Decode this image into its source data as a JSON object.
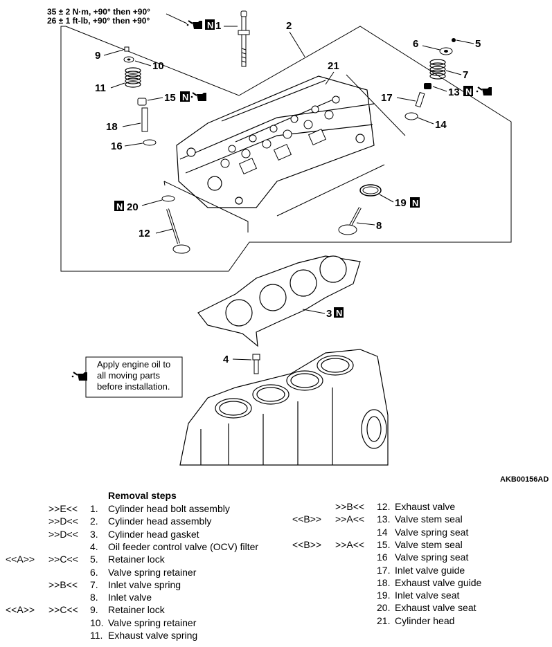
{
  "torque_spec": {
    "line1": "35 ± 2 N·m, +90° then +90°",
    "line2": "26 ± 1 ft-lb, +90° then +90°"
  },
  "callouts": {
    "c1": "1",
    "c2": "2",
    "c3": "3",
    "c4": "4",
    "c5": "5",
    "c6": "6",
    "c7": "7",
    "c8": "8",
    "c9": "9",
    "c10": "10",
    "c11": "11",
    "c12": "12",
    "c13": "13",
    "c14": "14",
    "c15": "15",
    "c16": "16",
    "c17": "17",
    "c18": "18",
    "c19": "19",
    "c20": "20",
    "c21": "21"
  },
  "new_part_mark": "N",
  "oil_note": {
    "line1": "Apply engine oil to",
    "line2": "all moving parts",
    "line3": "before installation."
  },
  "figure_code": "AKB00156AD",
  "removal": {
    "title": "Removal steps",
    "left": [
      {
        "op1": "",
        "op2": ">>E<<",
        "num": "1.",
        "name": "Cylinder head bolt assembly"
      },
      {
        "op1": "",
        "op2": ">>D<<",
        "num": "2.",
        "name": "Cylinder head assembly"
      },
      {
        "op1": "",
        "op2": ">>D<<",
        "num": "3.",
        "name": "Cylinder head gasket"
      },
      {
        "op1": "",
        "op2": "",
        "num": "4.",
        "name": "Oil feeder control valve (OCV) filter"
      },
      {
        "op1": "<<A>>",
        "op2": ">>C<<",
        "num": "5.",
        "name": "Retainer lock"
      },
      {
        "op1": "",
        "op2": "",
        "num": "6.",
        "name": "Valve spring retainer"
      },
      {
        "op1": "",
        "op2": ">>B<<",
        "num": "7.",
        "name": "Inlet valve spring"
      },
      {
        "op1": "",
        "op2": "",
        "num": "8.",
        "name": "Inlet valve"
      },
      {
        "op1": "<<A>>",
        "op2": ">>C<<",
        "num": "9.",
        "name": "Retainer lock"
      },
      {
        "op1": "",
        "op2": "",
        "num": "10.",
        "name": "Valve spring retainer"
      },
      {
        "op1": "",
        "op2": "",
        "num": "11.",
        "name": "Exhaust valve spring"
      }
    ],
    "right": [
      {
        "op1": "",
        "op2": ">>B<<",
        "num": "12.",
        "name": "Exhaust valve"
      },
      {
        "op1": "<<B>>",
        "op2": ">>A<<",
        "num": "13.",
        "name": "Valve stem seal"
      },
      {
        "op1": "",
        "op2": "",
        "num": "14",
        "name": "Valve spring seat"
      },
      {
        "op1": "<<B>>",
        "op2": ">>A<<",
        "num": "15.",
        "name": "Valve stem seal"
      },
      {
        "op1": "",
        "op2": "",
        "num": "16",
        "name": "Valve spring seat"
      },
      {
        "op1": "",
        "op2": "",
        "num": "17.",
        "name": "Inlet valve guide"
      },
      {
        "op1": "",
        "op2": "",
        "num": "18.",
        "name": "Exhaust valve guide"
      },
      {
        "op1": "",
        "op2": "",
        "num": "19.",
        "name": "Inlet valve seat"
      },
      {
        "op1": "",
        "op2": "",
        "num": "20.",
        "name": "Exhaust valve seat"
      },
      {
        "op1": "",
        "op2": "",
        "num": "21.",
        "name": "Cylinder head"
      }
    ]
  }
}
